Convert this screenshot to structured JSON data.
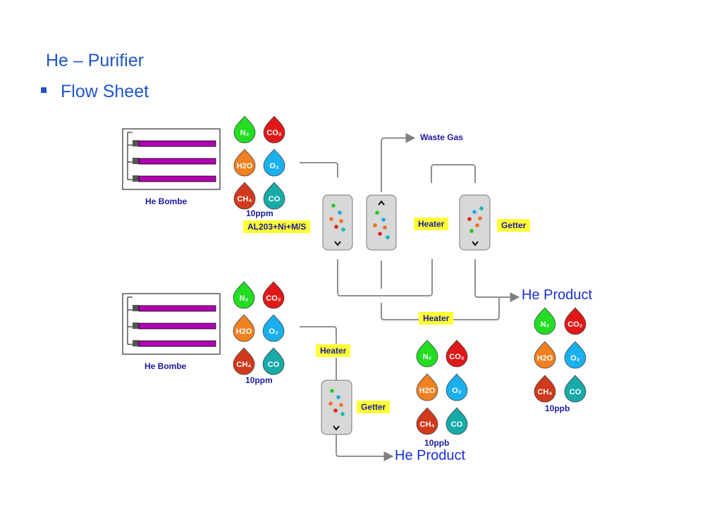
{
  "header": {
    "title": "He – Purifier",
    "subtitle": "Flow Sheet"
  },
  "labels": {
    "bombe1": "He Bombe",
    "bombe2": "He Bombe",
    "ppm1": "10ppm",
    "ppm2": "10ppm",
    "ppb_bottom": "10ppb",
    "ppb_right": "10ppb",
    "waste_gas": "Waste Gas",
    "adsorbent": "AL203+Ni+M/S",
    "heater_top": "Heater",
    "getter_top": "Getter",
    "heater_mid": "Heater",
    "heater_bottom": "Heater",
    "getter_bottom": "Getter",
    "product_top": "He Product",
    "product_bottom": "He Product"
  },
  "impurities": [
    {
      "name": "N2",
      "label": "N₂",
      "color": "#22dd22"
    },
    {
      "name": "CO2",
      "label": "CO₂",
      "color": "#e01818"
    },
    {
      "name": "H2O",
      "label": "H2O",
      "color": "#f08020"
    },
    {
      "name": "O2",
      "label": "O₂",
      "color": "#1ab0ee"
    },
    {
      "name": "CH4",
      "label": "CH₄",
      "color": "#d03a1c"
    },
    {
      "name": "CO",
      "label": "CO",
      "color": "#17aaa8"
    }
  ],
  "particle_colors": [
    "#22cc22",
    "#1aa8e8",
    "#f07020",
    "#e02020",
    "#12b8b8"
  ]
}
